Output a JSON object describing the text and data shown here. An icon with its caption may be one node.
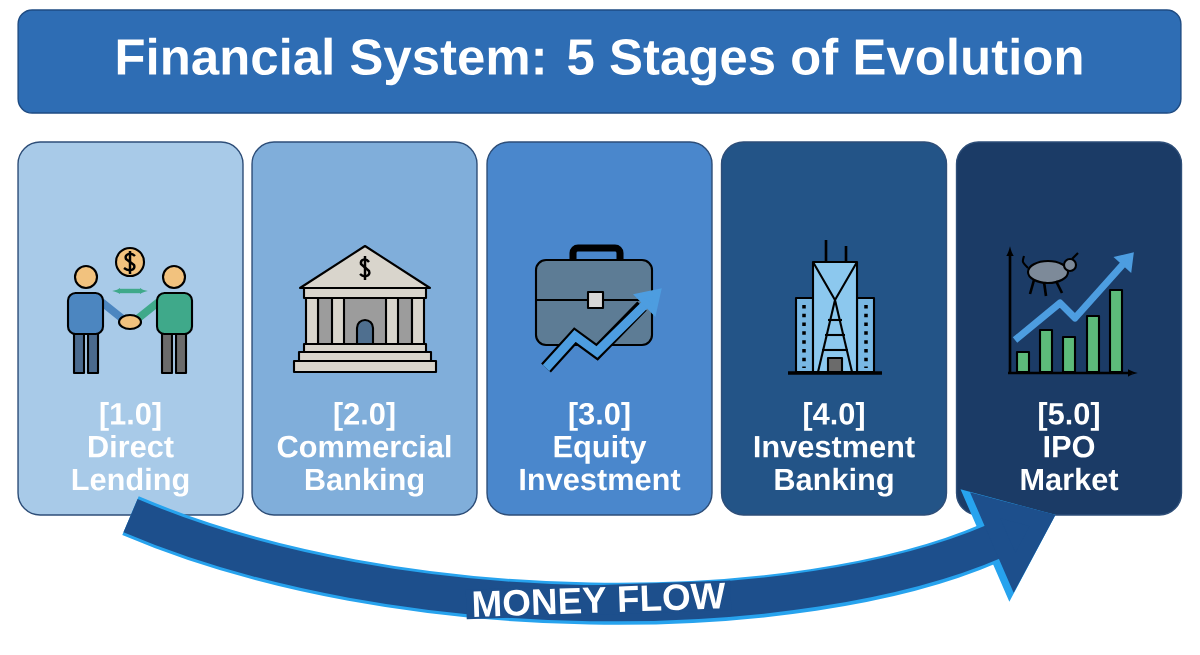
{
  "diagram": {
    "title": "Financial System: 5 Stages of Evolution",
    "nodes": [
      {
        "text": [
          "[1.0] Direct Lending"
        ]
      },
      {
        "text": [
          "[2.0] Commercial Banking"
        ]
      },
      {
        "text": [
          "[3.0] Equity Investment"
        ]
      },
      {
        "text": [
          "[4.0] Investment Banking"
        ]
      },
      {
        "text": [
          "[5.0] IPO Market"
        ]
      }
    ],
    "edges": [
      {
        "from": 0,
        "to": 4,
        "arrow": "to",
        "label": "MONEY FLOW"
      }
    ]
  }
}
